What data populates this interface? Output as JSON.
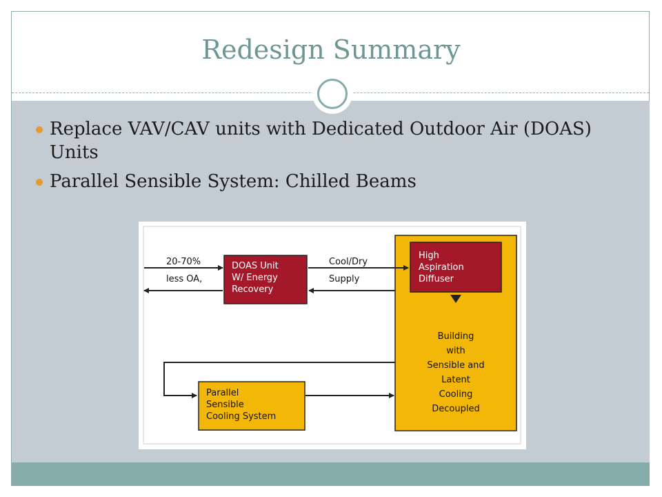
{
  "slide": {
    "title": "Redesign Summary",
    "bullets": [
      "Replace VAV/CAV units with Dedicated Outdoor Air (DOAS) Units",
      "Parallel Sensible System:  Chilled Beams"
    ]
  },
  "diagram": {
    "inlet_label": [
      "20-70%",
      "less OA,"
    ],
    "supply_label": [
      "Cool/Dry",
      "Supply"
    ],
    "doas_box": [
      "DOAS Unit",
      "W/ Energy",
      "Recovery"
    ],
    "diffuser_box": [
      "High",
      "Aspiration",
      "Diffuser"
    ],
    "building_box": [
      "Building",
      "with",
      "Sensible and",
      "Latent",
      "Cooling",
      "Decoupled"
    ],
    "parallel_box": [
      "Parallel",
      "Sensible",
      "Cooling System"
    ]
  },
  "colors": {
    "title": "#6e9697",
    "content_bg": "#c3ccd2",
    "accent_band": "#86abab",
    "bullet": "#e89a2c",
    "red_box": "#a5182a",
    "yellow_box": "#f3b707"
  }
}
